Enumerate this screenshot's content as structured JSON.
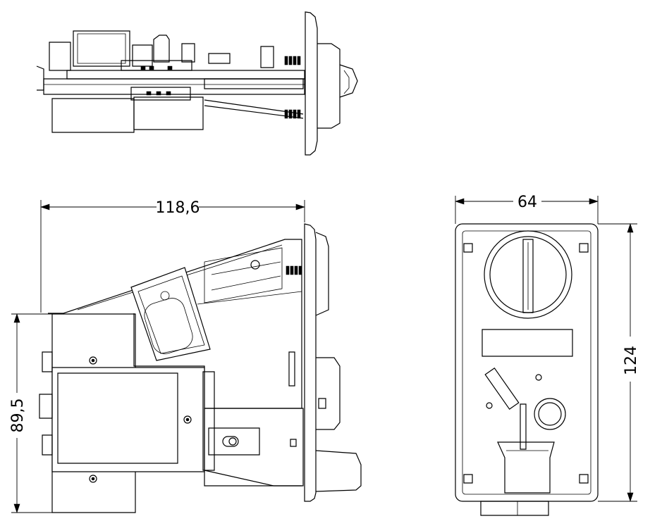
{
  "dimensions": {
    "width_label": "118,6",
    "height_label": "89,5",
    "front_width_label": "64",
    "front_height_label": "124"
  }
}
